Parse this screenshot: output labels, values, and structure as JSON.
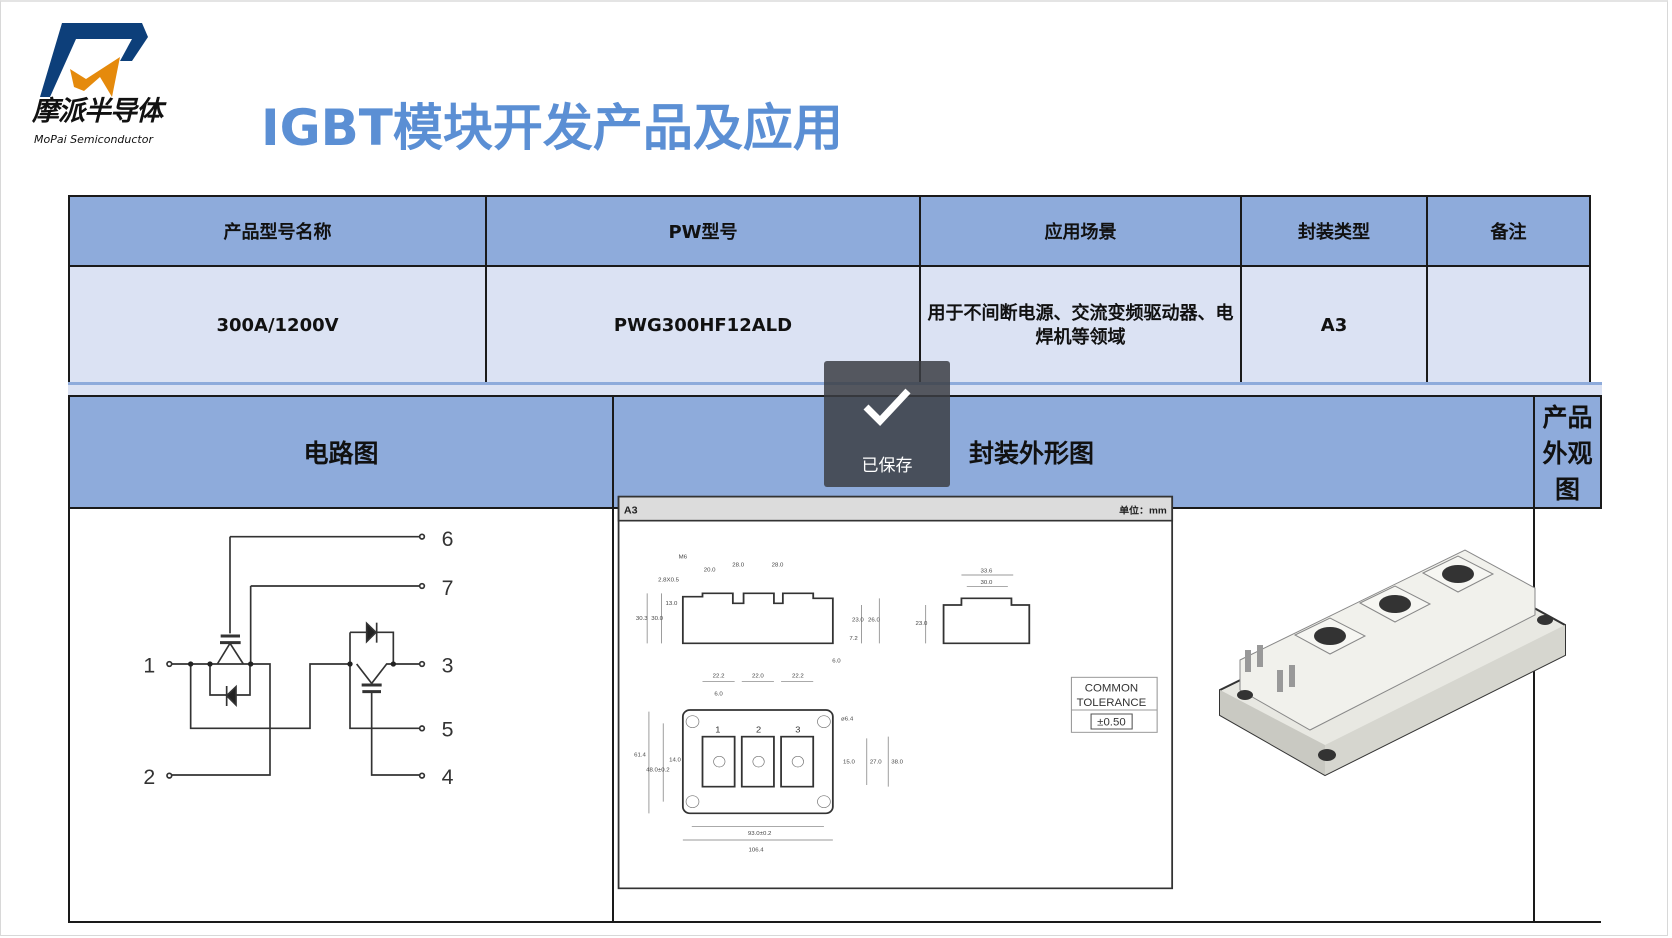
{
  "logo": {
    "cn": "摩派半导体",
    "en": "MoPai Semiconductor"
  },
  "title": "IGBT模块开发产品及应用",
  "spec_table": {
    "headers": [
      "产品型号名称",
      "PW型号",
      "应用场景",
      "封装类型",
      "备注"
    ],
    "row": [
      "300A/1200V",
      "PWG300HF12ALD",
      "用于不间断电源、交流变频驱动器、电焊机等领域",
      "A3",
      ""
    ]
  },
  "figure_table": {
    "headers": [
      "电路图",
      "封装外形图",
      "产品外观图"
    ]
  },
  "circuit": {
    "pins": [
      "1",
      "2",
      "3",
      "4",
      "5",
      "6",
      "7"
    ]
  },
  "drawing": {
    "package": "A3",
    "unit": "单位：mm",
    "dims": [
      "M6",
      "2.8X0.5",
      "20.0",
      "28.0",
      "28.0",
      "30.3",
      "30.0",
      "13.0",
      "23.0",
      "26.0",
      "7.2",
      "6.0",
      "33.6",
      "30.0",
      "23.0",
      "22.2",
      "22.0",
      "22.2",
      "6.0",
      "ø6.4",
      "61.4",
      "48.0±0.2",
      "14.0",
      "15.0",
      "27.0",
      "38.0",
      "93.0±0.2",
      "106.4"
    ],
    "module_terminals": [
      "1",
      "2",
      "3"
    ],
    "tolerance_title_1": "COMMON",
    "tolerance_title_2": "TOLERANCE",
    "tolerance_value": "±0.50"
  },
  "toast": {
    "label": "已保存",
    "icon": "check-icon"
  },
  "colors": {
    "header": "#8eabdb",
    "row": "#dbe2f3",
    "title": "#5b8fd4",
    "logo_blue": "#0d3f7a",
    "logo_orange": "#e58a0c"
  }
}
